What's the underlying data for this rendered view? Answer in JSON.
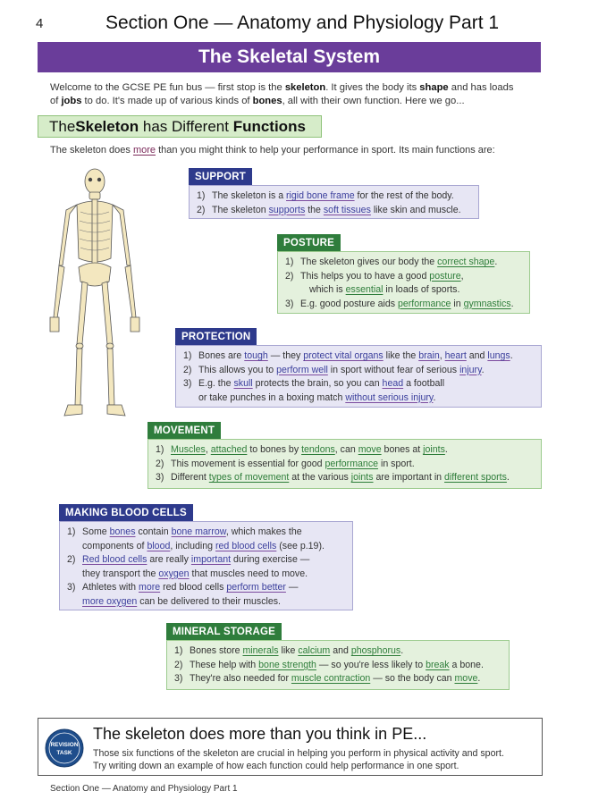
{
  "header": {
    "page_number": "4",
    "section_title": "Section One — Anatomy and Physiology Part 1",
    "banner": "The Skeletal System"
  },
  "intro": {
    "p1": "Welcome to the GCSE PE fun bus — first stop is the ",
    "w_skeleton": "skeleton",
    "p2": ".  It gives the body its ",
    "w_shape": "shape",
    "p3": " and has loads of ",
    "w_jobs": "jobs",
    "p4": " to do.  It's made up of various kinds of ",
    "w_bones": "bones",
    "p5": ", all with their own function.  Here we go..."
  },
  "subhead": {
    "a": "The ",
    "b": "Skeleton",
    "c": " has Different ",
    "d": "Functions"
  },
  "lead": {
    "a": "The skeleton does ",
    "more": "more",
    "b": " than you might think to help your performance in sport.  Its main functions are:"
  },
  "support": {
    "title": "SUPPORT",
    "i1": {
      "n": "1)",
      "a": "The skeleton is a ",
      "u1": "rigid bone frame",
      "b": " for the rest of the body."
    },
    "i2": {
      "n": "2)",
      "a": "The skeleton ",
      "u1": "supports",
      "b": " the ",
      "u2": "soft tissues",
      "c": " like skin and muscle."
    }
  },
  "posture": {
    "title": "POSTURE",
    "i1": {
      "n": "1)",
      "a": "The skeleton gives our body the ",
      "u1": "correct shape",
      "b": "."
    },
    "i2": {
      "n": "2)",
      "a": "This helps you to have a good ",
      "u1": "posture",
      "b": ",",
      "c": "which is ",
      "u2": "essential",
      "d": " in loads of sports."
    },
    "i3": {
      "n": "3)",
      "a": "E.g. good posture aids ",
      "u1": "performance",
      "b": " in ",
      "u2": "gymnastics",
      "c": "."
    }
  },
  "protection": {
    "title": "PROTECTION",
    "i1": {
      "n": "1)",
      "a": "Bones are ",
      "u1": "tough",
      "b": " — they ",
      "u2": "protect vital organs",
      "c": " like the ",
      "u3": "brain",
      "d": ", ",
      "u4": "heart",
      "e": " and ",
      "u5": "lungs",
      "f": "."
    },
    "i2": {
      "n": "2)",
      "a": "This allows you to ",
      "u1": "perform well",
      "b": " in sport without fear of serious ",
      "u2": "injury",
      "c": "."
    },
    "i3": {
      "n": "3)",
      "a": "E.g. the ",
      "u1": "skull",
      "b": " protects the brain, so you can ",
      "u2": "head",
      "c": " a football",
      "d": "or take punches in a boxing match ",
      "u3": "without serious injury",
      "e": "."
    }
  },
  "movement": {
    "title": "MOVEMENT",
    "i1": {
      "n": "1)",
      "u1": "Muscles",
      "a": ", ",
      "u2": "attached",
      "b": " to bones by ",
      "u3": "tendons",
      "c": ", can ",
      "u4": "move",
      "d": " bones at ",
      "u5": "joints",
      "e": "."
    },
    "i2": {
      "n": "2)",
      "a": "This movement is essential for good ",
      "u1": "performance",
      "b": " in sport."
    },
    "i3": {
      "n": "3)",
      "a": "Different ",
      "u1": "types of movement",
      "b": " at the various ",
      "u2": "joints",
      "c": " are important in ",
      "u3": "different sports",
      "d": "."
    }
  },
  "blood": {
    "title": "MAKING BLOOD CELLS",
    "i1": {
      "n": "1)",
      "a": "Some ",
      "u1": "bones",
      "b": " contain ",
      "u2": "bone marrow",
      "c": ", which makes the",
      "d": "components of ",
      "u3": "blood",
      "e": ", including ",
      "u4": "red blood cells",
      "f": " (see p.19)."
    },
    "i2": {
      "n": "2)",
      "u1": "Red blood cells",
      "a": " are really ",
      "u2": "important",
      "b": " during exercise —",
      "c": "they transport the ",
      "u3": "oxygen",
      "d": " that muscles need to move."
    },
    "i3": {
      "n": "3)",
      "a": "Athletes with ",
      "u1": "more",
      "b": " red blood cells ",
      "u2": "perform better",
      "c": " —",
      "u3": "more oxygen",
      "d": " can be delivered to their muscles."
    }
  },
  "mineral": {
    "title": "MINERAL STORAGE",
    "i1": {
      "n": "1)",
      "a": "Bones store ",
      "u1": "minerals",
      "b": " like ",
      "u2": "calcium",
      "c": " and ",
      "u3": "phosphorus",
      "d": "."
    },
    "i2": {
      "n": "2)",
      "a": "These help with ",
      "u1": "bone strength",
      "b": " — so you're less likely to ",
      "u2": "break",
      "c": " a bone."
    },
    "i3": {
      "n": "3)",
      "a": "They're also needed for ",
      "u1": "muscle contraction",
      "b": " — so the body can ",
      "u2": "move",
      "c": "."
    }
  },
  "footer": {
    "badge_top": "REVISION",
    "badge_bottom": "TASK",
    "title": "The skeleton does more than you think in PE...",
    "text1": "Those six functions of the skeleton are crucial in helping you perform in physical activity and sport.",
    "text2": "Try writing down an example of how each function could help performance in one sport.",
    "bottom": "Section One — Anatomy and Physiology Part 1"
  },
  "colors": {
    "purple": "#6a3d9a",
    "navy": "#2e3a8c",
    "green": "#2f7d3c",
    "light_green": "#d6ecc9"
  },
  "icons": {
    "skeleton": "human-skeleton-illustration",
    "badge": "revision-task-badge"
  }
}
